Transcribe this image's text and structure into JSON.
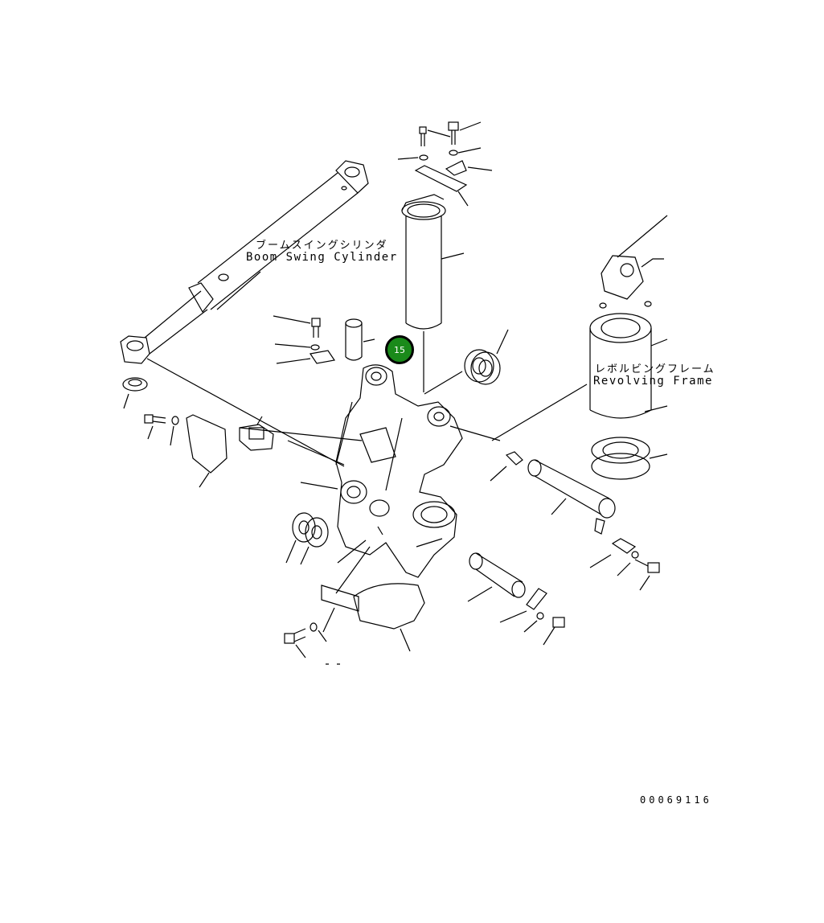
{
  "labels": {
    "boom_swing_cylinder_jp": "ブームスイングシリンダ",
    "boom_swing_cylinder_en": "Boom Swing Cylinder",
    "revolving_frame_jp": "レボルビングフレーム",
    "revolving_frame_en": "Revolving Frame",
    "drawing_number": "00069116"
  },
  "callout": {
    "number": "15",
    "fill_color": "#1a8a1a",
    "text_color": "#ffffff",
    "border_color": "#000000"
  },
  "colors": {
    "line": "#000000",
    "background": "#ffffff"
  }
}
